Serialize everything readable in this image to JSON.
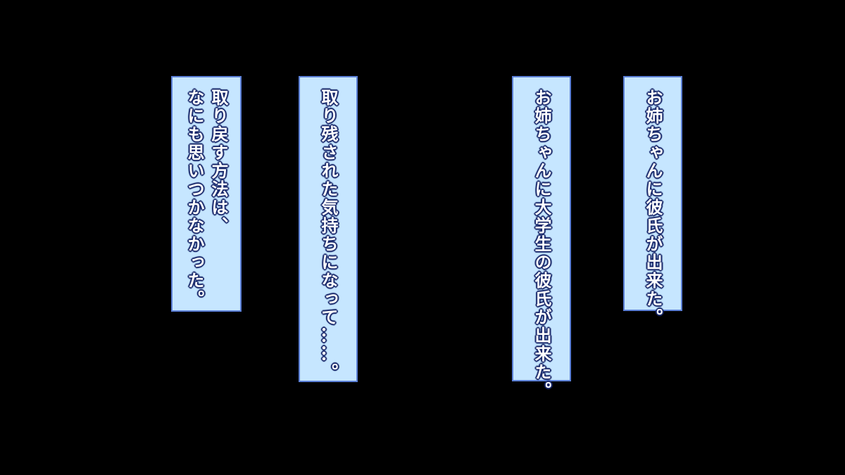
{
  "text_boxes": [
    {
      "lines": [
        "お姉ちゃんに彼氏が出来た。"
      ]
    },
    {
      "lines": [
        "お姉ちゃんに大学生の彼氏が出来た。"
      ]
    },
    {
      "lines": [
        "取り残された気持ちになって……。"
      ]
    },
    {
      "lines": [
        "取り戻す方法は、",
        "なにも思いつかなかった。"
      ]
    }
  ],
  "colors": {
    "background": "#000000",
    "box_fill": "#c6e6ff",
    "box_border": "#5b7fd6",
    "text": "#ffffff",
    "text_outline": "#1a2a6c"
  }
}
